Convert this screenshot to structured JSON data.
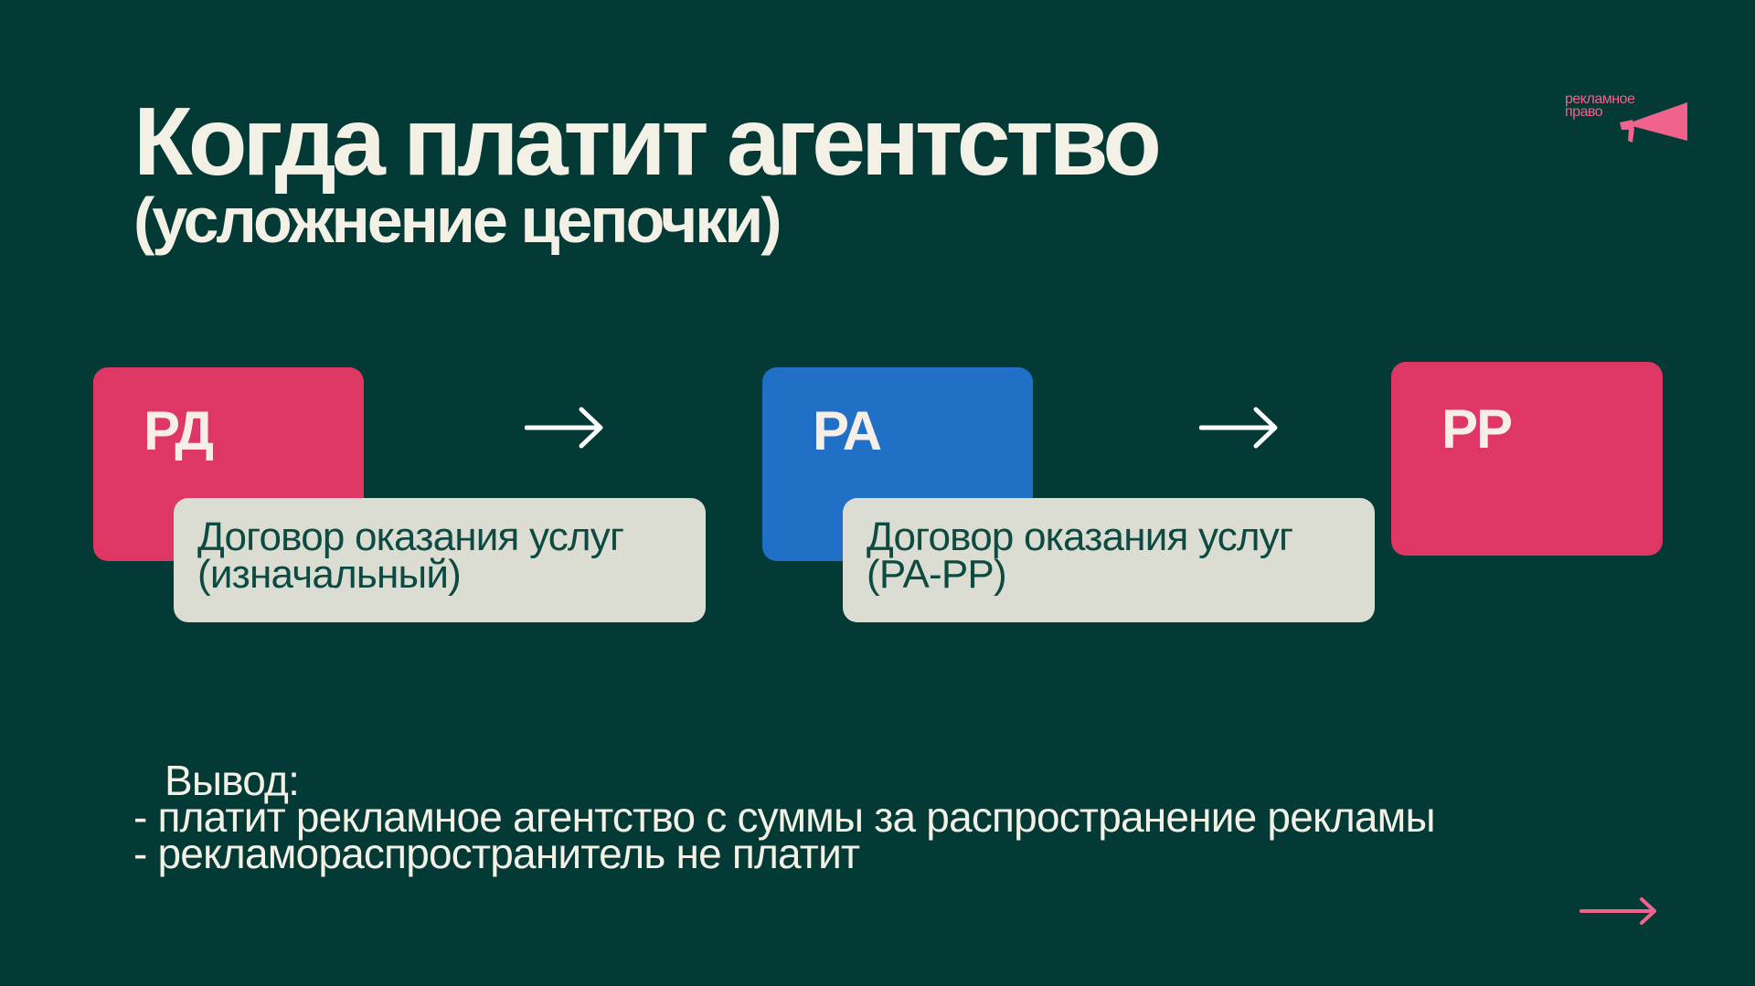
{
  "slide": {
    "title": "Когда платит агентство",
    "subtitle": "(усложнение цепочки)"
  },
  "logo": {
    "line1": "рекламное",
    "line2": "право"
  },
  "diagram": {
    "parties": [
      {
        "label": "РД",
        "color": "#df3763"
      },
      {
        "label": "РА",
        "color": "#2170c7"
      },
      {
        "label": "РР",
        "color": "#df3763"
      }
    ],
    "contracts": [
      {
        "line1": "Договор оказания услуг",
        "line2": "(изначальный)"
      },
      {
        "line1": "Договор оказания услуг",
        "line2": "(РА-РР)"
      }
    ]
  },
  "conclusion": {
    "heading": "Вывод:",
    "points": [
      "- платит рекламное агентство с суммы за распространение рекламы",
      "- рекламораспространитель не платит"
    ]
  },
  "colors": {
    "background": "#033a35",
    "accent_pink": "#df3763",
    "accent_blue": "#2170c7",
    "contract_box": "#dcddd2",
    "logo": "#f0638c"
  },
  "icons": {
    "flow_arrow": "arrow-right-icon",
    "next_slide": "next-slide-arrow-icon",
    "logo_mark": "megaphone-icon"
  }
}
